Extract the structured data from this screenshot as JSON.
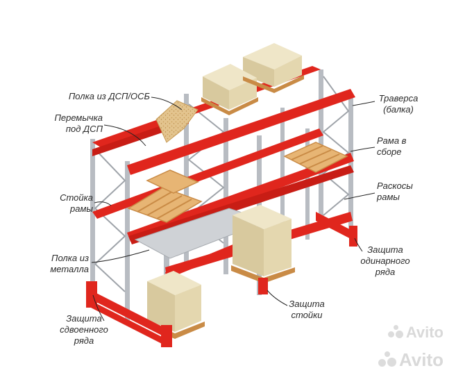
{
  "colors": {
    "frame_red": "#e0261d",
    "upright_grey": "#b8bcc2",
    "brace_grey": "#9ea3a9",
    "wood": "#e7b574",
    "wood_dark": "#c98b46",
    "box": "#efe6c8",
    "box_side": "#d8c99e",
    "metal": "#cfd2d6",
    "chipboard": "#e3c48e"
  },
  "labels": {
    "shelf_chipboard": "Полка из ДСП/ОСБ",
    "crossbar_line1": "Перемычка",
    "crossbar_line2": "под ДСП",
    "upright_line1": "Стойка",
    "upright_line2": "рамы",
    "shelf_metal_line1": "Полка из",
    "shelf_metal_line2": "металла",
    "double_guard_line1": "Защита",
    "double_guard_line2": "сдвоенного",
    "double_guard_line3": "ряда",
    "beam_line1": "Траверса",
    "beam_line2": "(балка)",
    "frame_line1": "Рама в",
    "frame_line2": "сборе",
    "bracing_line1": "Раскосы",
    "bracing_line2": "рамы",
    "single_guard_line1": "Защита",
    "single_guard_line2": "одинарного",
    "single_guard_line3": "ряда",
    "post_guard_line1": "Защита",
    "post_guard_line2": "стойки"
  },
  "watermark": {
    "text_1": "Avito",
    "text_2": "Avito"
  }
}
